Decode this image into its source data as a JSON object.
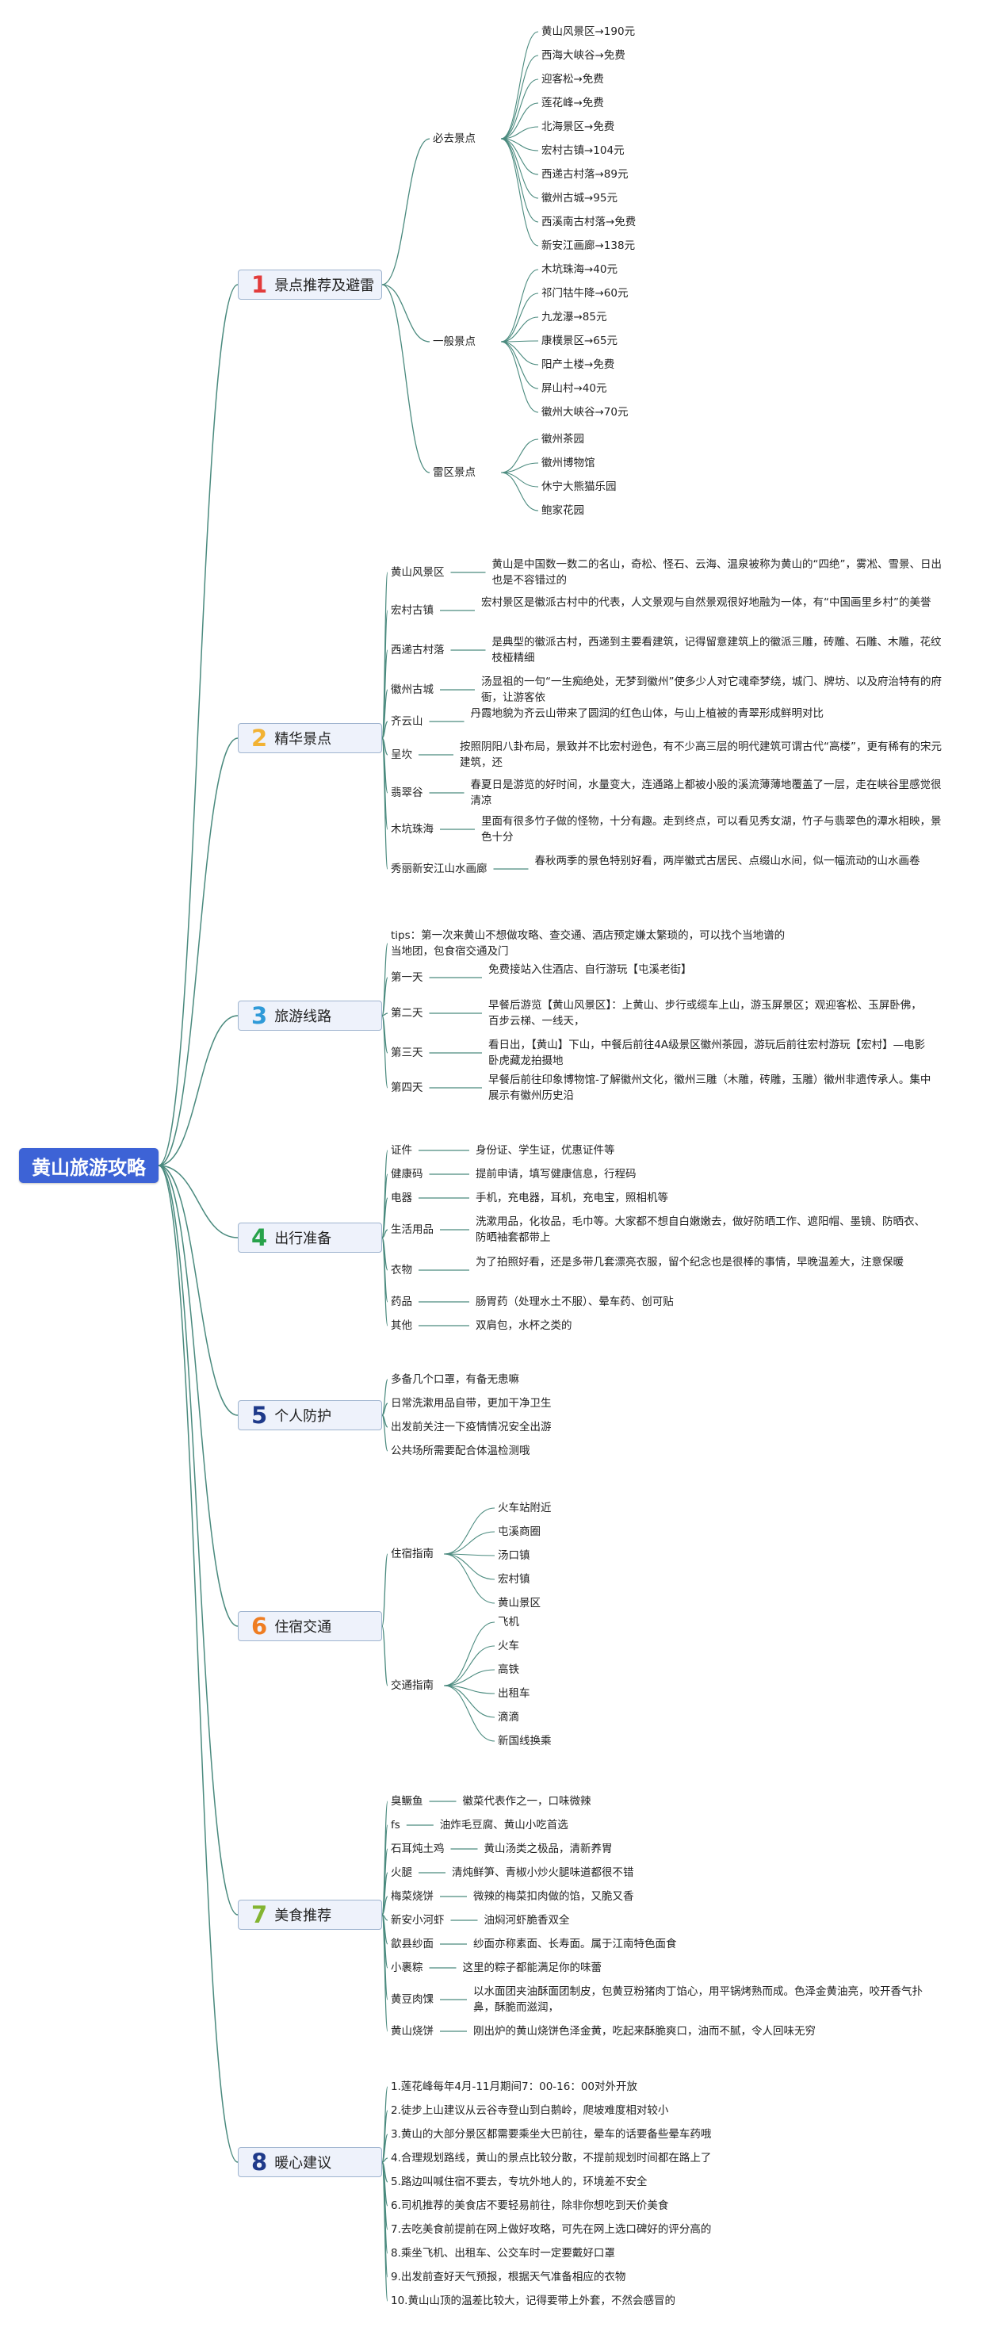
{
  "root": {
    "title": "黄山旅游攻略"
  },
  "categories": [
    {
      "num": "1",
      "color": "#e23b3b",
      "title": "景点推荐及避雷",
      "groups": [
        {
          "label": "必去景点",
          "items": [
            "黄山风景区→190元",
            "西海大峡谷→免费",
            "迎客松→免费",
            "莲花峰→免费",
            "北海景区→免费",
            "宏村古镇→104元",
            "西递古村落→89元",
            "徽州古城→95元",
            "西溪南古村落→免费",
            "新安江画廊→138元"
          ]
        },
        {
          "label": "一般景点",
          "items": [
            "木坑珠海→40元",
            "祁门牯牛降→60元",
            "九龙瀑→85元",
            "康樸景区→65元",
            "阳产土楼→免费",
            "屏山村→40元",
            "徽州大峡谷→70元"
          ]
        },
        {
          "label": "雷区景点",
          "items": [
            "徽州茶园",
            "徽州博物馆",
            "休宁大熊猫乐园",
            "鲍家花园"
          ]
        }
      ]
    },
    {
      "num": "2",
      "color": "#f2b233",
      "title": "精华景点",
      "rows": [
        {
          "label": "黄山风景区",
          "desc": "黄山是中国数一数二的名山，奇松、怪石、云海、温泉被称为黄山的“四绝”，雾凇、雪景、日出也是不容错过的"
        },
        {
          "label": "宏村古镇",
          "desc": "宏村景区是徽派古村中的代表，人文景观与自然景观很好地融为一体，有“中国画里乡村”的美誉"
        },
        {
          "label": "西递古村落",
          "desc": "是典型的徽派古村，西递到主要看建筑，记得留意建筑上的徽派三雕，砖雕、石雕、木雕，花纹枝桠精细"
        },
        {
          "label": "徽州古城",
          "desc": "汤显祖的一句“一生痴绝处，无梦到徽州”使多少人对它魂牵梦绕，城门、牌坊、以及府治特有的府衙，让游客依"
        },
        {
          "label": "齐云山",
          "desc": "丹霞地貌为齐云山带来了圆润的红色山体，与山上植被的青翠形成鲜明对比"
        },
        {
          "label": "呈坎",
          "desc": "按照阴阳八卦布局，景致并不比宏村逊色，有不少高三层的明代建筑可谓古代“高楼”，更有稀有的宋元建筑，还"
        },
        {
          "label": "翡翠谷",
          "desc": "春夏日是游览的好时间，水量变大，连通路上都被小股的溪流薄薄地覆盖了一层，走在峡谷里感觉很清凉"
        },
        {
          "label": "木坑珠海",
          "desc": "里面有很多竹子做的怪物，十分有趣。走到终点，可以看见秀女湖，竹子与翡翠色的潭水相映，景色十分"
        },
        {
          "label": "秀丽新安江山水画廊",
          "desc": "春秋两季的景色特别好看，两岸徽式古居民、点缀山水间，似一幅流动的山水画卷"
        }
      ]
    },
    {
      "num": "3",
      "color": "#2f9ad8",
      "title": "旅游线路",
      "tips": "tips：第一次来黄山不想做攻略、查交通、酒店预定嫌太繁琐的，可以找个当地谱的当地团，包食宿交通及门",
      "rows": [
        {
          "label": "第一天",
          "desc": "免费接站入住酒店、自行游玩【屯溪老街】"
        },
        {
          "label": "第二天",
          "desc": "早餐后游览【黄山风景区】：上黄山、步行或缆车上山，游玉屏景区；观迎客松、玉屏卧佛，百步云梯、一线天，"
        },
        {
          "label": "第三天",
          "desc": "看日出，【黄山】下山，中餐后前往4A级景区徽州茶园，游玩后前往宏村游玩【宏村】—电影卧虎藏龙拍摄地"
        },
        {
          "label": "第四天",
          "desc": "早餐后前往印象博物馆-了解徽州文化，徽州三雕（木雕，砖雕，玉雕）徽州非遗传承人。集中展示有徽州历史沿"
        }
      ]
    },
    {
      "num": "4",
      "color": "#27a24a",
      "title": "出行准备",
      "rows": [
        {
          "label": "证件",
          "desc": "身份证、学生证，优惠证件等"
        },
        {
          "label": "健康码",
          "desc": "提前申请，填写健康信息，行程码"
        },
        {
          "label": "电器",
          "desc": "手机，充电器，耳机，充电宝，照相机等"
        },
        {
          "label": "生活用品",
          "desc": "洗漱用品，化妆品，毛巾等。大家都不想自白嫩嫩去，做好防晒工作、遮阳帽、墨镜、防晒衣、防晒袖套都带上"
        },
        {
          "label": "衣物",
          "desc": "为了拍照好看，还是多带几套漂亮衣服，留个纪念也是很棒的事情，早晚温差大，注意保暖"
        },
        {
          "label": "药品",
          "desc": "肠胃药（处理水土不服）、晕车药、创可贴"
        },
        {
          "label": "其他",
          "desc": "双肩包，水杯之类的"
        }
      ]
    },
    {
      "num": "5",
      "color": "#1f3a8a",
      "title": "个人防护",
      "items": [
        "多备几个口罩，有备无患嘛",
        "日常洗漱用品自带，更加干净卫生",
        "出发前关注一下疫情情况安全出游",
        "公共场所需要配合体温检测哦"
      ]
    },
    {
      "num": "6",
      "color": "#ef7d22",
      "title": "住宿交通",
      "groups": [
        {
          "label": "住宿指南",
          "items": [
            "火车站附近",
            "屯溪商圈",
            "汤口镇",
            "宏村镇",
            "黄山景区"
          ]
        },
        {
          "label": "交通指南",
          "items": [
            "飞机",
            "火车",
            "高铁",
            "出租车",
            "滴滴",
            "新国线换乘"
          ]
        }
      ]
    },
    {
      "num": "7",
      "color": "#83b431",
      "title": "美食推荐",
      "rows": [
        {
          "label": "臭鳜鱼",
          "desc": "徽菜代表作之一，口味微辣"
        },
        {
          "label": "fs",
          "desc": "油炸毛豆腐、黄山小吃首选"
        },
        {
          "label": "石耳炖土鸡",
          "desc": "黄山汤类之极品，清新养胃"
        },
        {
          "label": "火腿",
          "desc": "清炖鲜笋、青椒小炒火腿味道都很不错"
        },
        {
          "label": "梅菜烧饼",
          "desc": "微辣的梅菜扣肉做的馅，又脆又香"
        },
        {
          "label": "新安小河虾",
          "desc": "油焖河虾脆香双全"
        },
        {
          "label": "歙县纱面",
          "desc": "纱面亦称素面、长寿面。属于江南特色面食"
        },
        {
          "label": "小裹粽",
          "desc": "这里的粽子都能满足你的味蕾"
        },
        {
          "label": "黄豆肉馃",
          "desc": "以水面团夹油酥面团制皮，包黄豆粉猪肉丁馅心，用平锅烤熟而成。色泽金黄油亮，咬开香气扑鼻，酥脆而滋润，"
        },
        {
          "label": "黄山烧饼",
          "desc": "刚出炉的黄山烧饼色泽金黄，吃起来酥脆爽口，油而不腻，令人回味无穷"
        }
      ]
    },
    {
      "num": "8",
      "color": "#1f3a8a",
      "title": "暖心建议",
      "items": [
        "1.莲花峰每年4月-11月期间7：00-16：00对外开放",
        "2.徒步上山建议从云谷寺登山到白鹅岭，爬坡难度相对较小",
        "3.黄山的大部分景区都需要乘坐大巴前往，晕车的话要备些晕车药哦",
        "4.合理规划路线，黄山的景点比较分散，不提前规划时间都在路上了",
        "5.路边叫喊住宿不要去，专坑外地人的，环境差不安全",
        "6.司机推荐的美食店不要轻易前往，除非你想吃到天价美食",
        "7.去吃美食前提前在网上做好攻略，可先在网上选口碑好的评分高的",
        "8.乘坐飞机、出租车、公交车时一定要戴好口罩",
        "9.出发前查好天气预报，根据天气准备相应的衣物",
        "10.黄山山顶的温差比较大，记得要带上外套，不然会感冒的"
      ]
    }
  ],
  "colors": {
    "edge": "#4a8a7e",
    "root_bg": "#3d63d6",
    "node_bg": "#eef2fb",
    "node_border": "#9fb4cf"
  }
}
